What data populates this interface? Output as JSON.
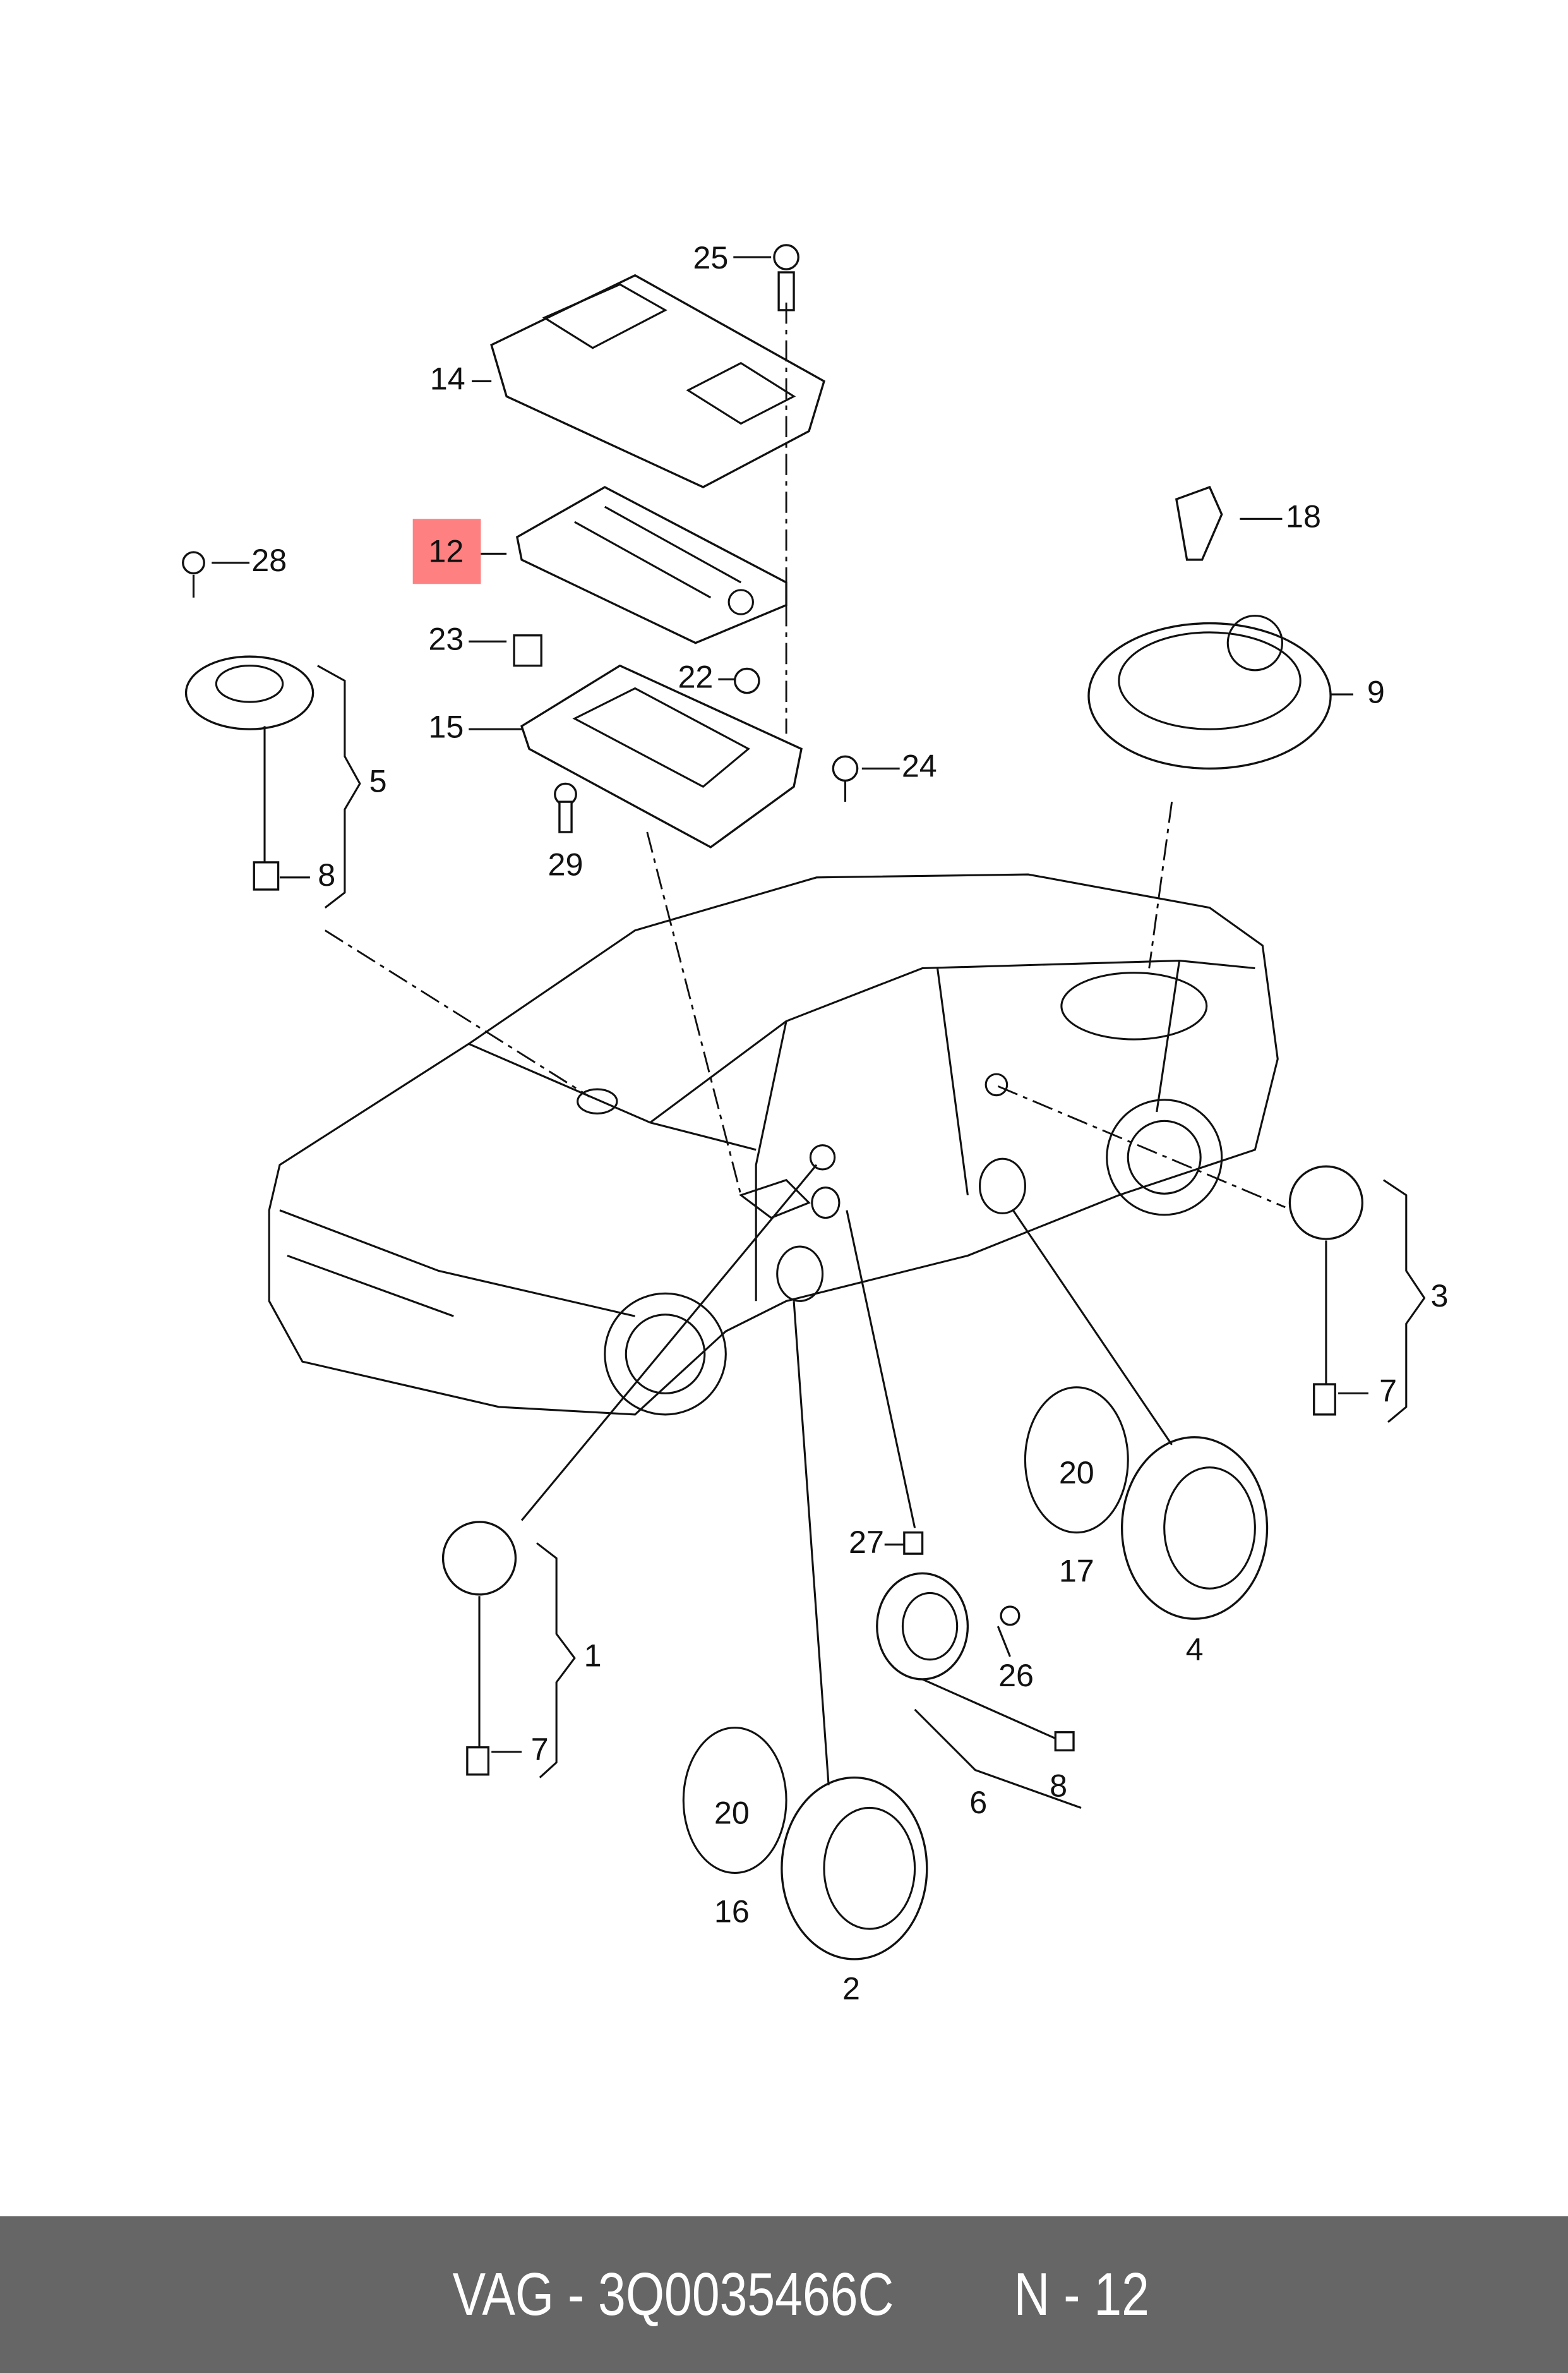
{
  "diagram": {
    "highlight_color": "#ff8080",
    "highlighted_part": "12",
    "labels": {
      "p25": "25",
      "p14": "14",
      "p12": "12",
      "p28": "28",
      "p23": "23",
      "p22": "22",
      "p15": "15",
      "p5": "5",
      "p24": "24",
      "p29": "29",
      "p8a": "8",
      "p18": "18",
      "p9": "9",
      "p3": "3",
      "p7a": "7",
      "p20a": "20",
      "p17": "17",
      "p4": "4",
      "p27": "27",
      "p26": "26",
      "p1": "1",
      "p7b": "7",
      "p6": "6",
      "p8b": "8",
      "p20b": "20",
      "p16": "16",
      "p2": "2"
    }
  },
  "footer": {
    "part_number": "VAG - 3Q0035466C",
    "position": "N - 12"
  }
}
